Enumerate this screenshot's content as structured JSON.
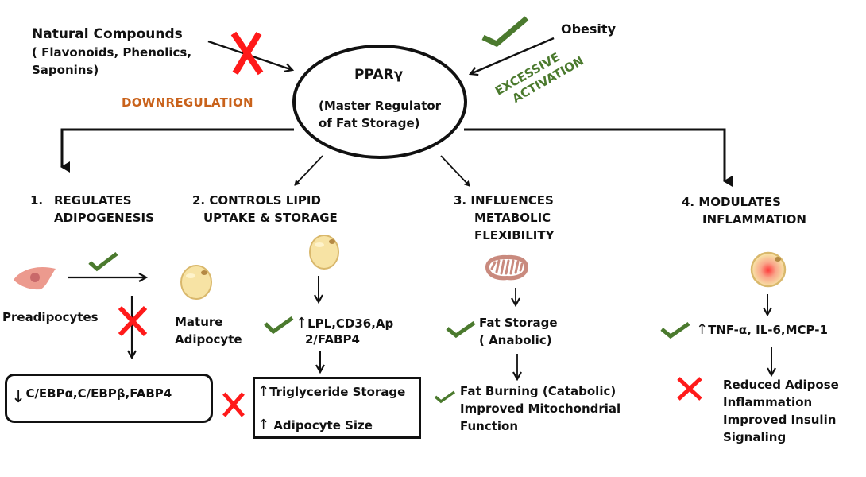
{
  "inputs": {
    "natural_compounds": {
      "title": "Natural Compounds",
      "subtitle_line1": "( Flavonoids, Phenolics,",
      "subtitle_line2": "Saponins)",
      "effect_label": "DOWNREGULATION",
      "effect_icon": "red-cross-icon"
    },
    "obesity": {
      "title": "Obesity",
      "effect_label_line1": "EXCESSIVE",
      "effect_label_line2": "ACTIVATION",
      "effect_icon": "green-check-icon"
    }
  },
  "center": {
    "title": "PPARγ",
    "subtitle_line1": "(Master Regulator",
    "subtitle_line2": "of Fat Storage)"
  },
  "branches": [
    {
      "number": "1.",
      "title_line1": "REGULATES",
      "title_line2": "ADIPOGENESIS",
      "from_label": "Preadipocytes",
      "to_label_line1": "Mature",
      "to_label_line2": "Adipocyte",
      "box_text": "C/EBPα,C/EBPβ,FABP4",
      "box_arrow": "↓"
    },
    {
      "number": "2.",
      "title_line1": "2. CONTROLS LIPID",
      "title_line2": "UPTAKE & STORAGE",
      "genes_line1": "LPL,CD36,Ap",
      "genes_line2": "2/FABP4",
      "genes_arrow": "↑",
      "box_line1": "Triglyceride Storage",
      "box_line2": "Adipocyte Size",
      "box_arrow": "↑"
    },
    {
      "number": "3.",
      "title_line1": "3. INFLUENCES",
      "title_line2": "METABOLIC",
      "title_line3": "FLEXIBILITY",
      "state1_line1": "Fat Storage",
      "state1_line2": "( Anabolic)",
      "state2_line1": "Fat Burning (Catabolic)",
      "state2_line2": "Improved Mitochondrial",
      "state2_line3": "Function"
    },
    {
      "number": "4.",
      "title_line1": "4. MODULATES",
      "title_line2": "INFLAMMATION",
      "cytokines": "TNF-α, IL-6,MCP-1",
      "cytokines_arrow": "↑",
      "outcome_line1": "Reduced Adipose",
      "outcome_line2": "Inflammation",
      "outcome_line3": "Improved Insulin",
      "outcome_line4": "Signaling"
    }
  ],
  "symbols": {
    "down_arrow": "↓",
    "up_arrow": "↑"
  },
  "colors": {
    "check": "#4b7a2e",
    "cross": "#ff1a1a",
    "downregulation": "#c9621b",
    "activation": "#4b7a2e",
    "adipocyte_fill": "#f7e3a4",
    "preadipocyte_fill": "#ec9a8e",
    "mitochondria": "#c98a7e"
  }
}
